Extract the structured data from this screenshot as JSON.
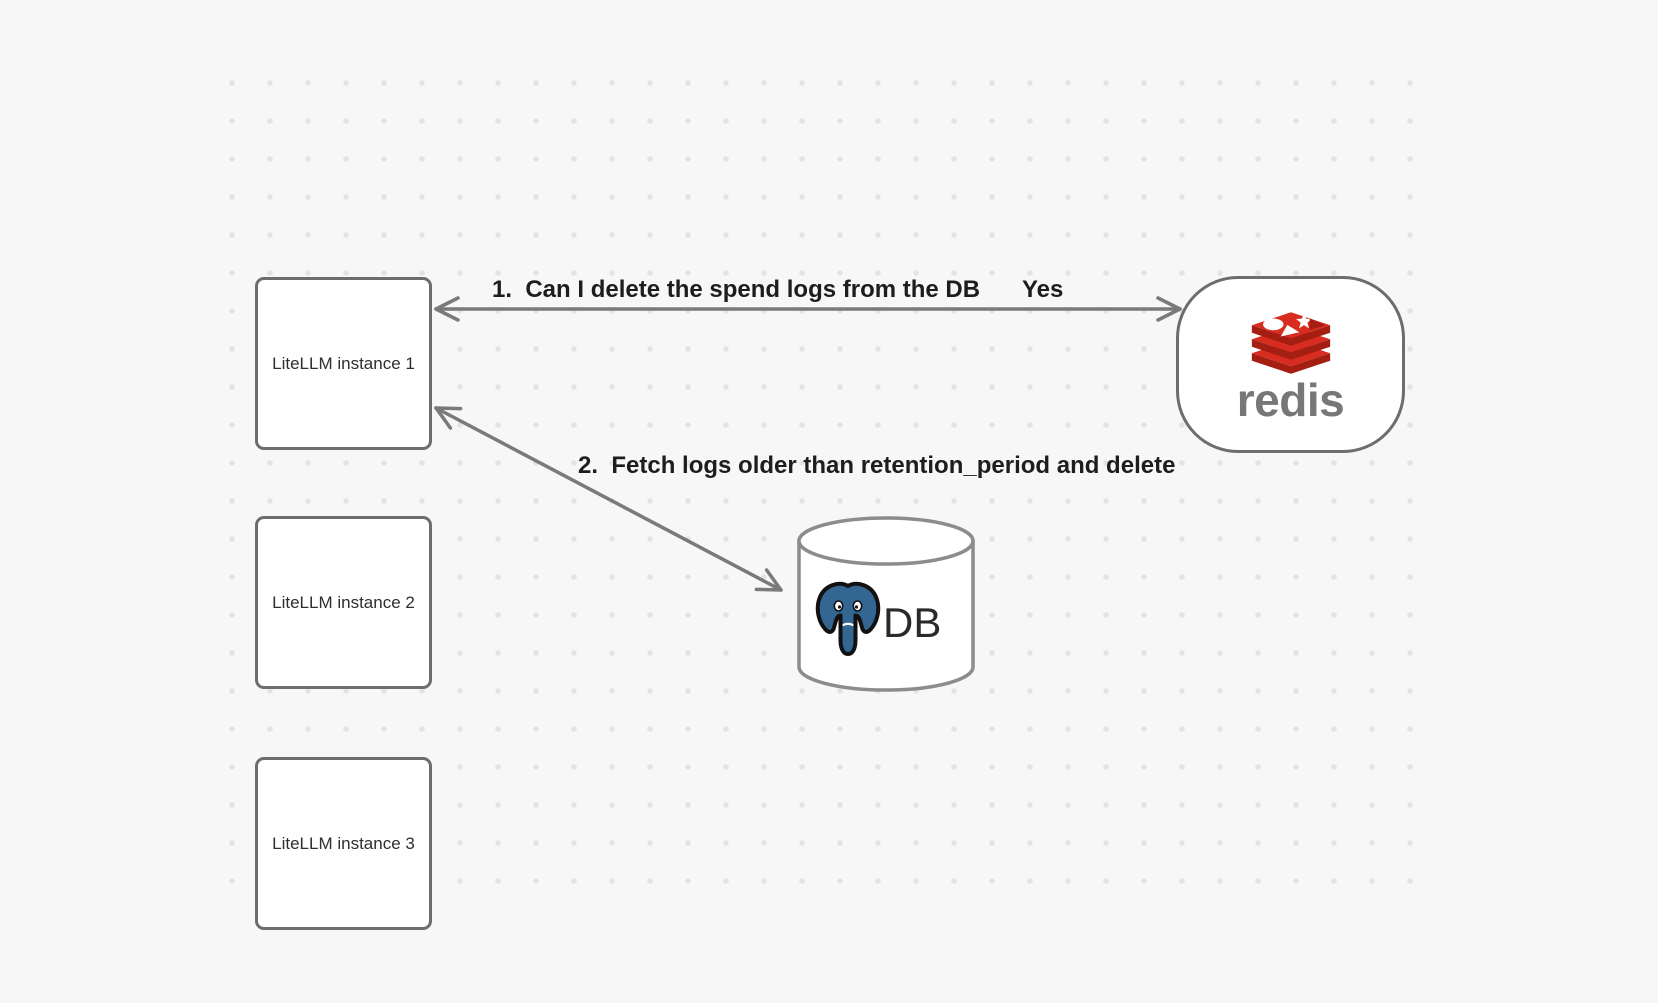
{
  "diagram": {
    "background": {
      "color": "#f7f7f7",
      "dot_color": "#e3e3e3"
    },
    "nodes": {
      "instances": [
        {
          "label": "LiteLLM instance 1"
        },
        {
          "label": "LiteLLM instance 2"
        },
        {
          "label": "LiteLLM instance 3"
        }
      ],
      "redis": {
        "wordmark": "redis",
        "icon": "redis-stack-logo"
      },
      "db": {
        "label": "DB",
        "icon": "postgresql-elephant"
      }
    },
    "arrows": [
      {
        "label": "1.  Can I delete the spend logs from the DB",
        "answer": "Yes"
      },
      {
        "label": "2.  Fetch logs older than retention_period and delete"
      }
    ],
    "colors": {
      "node_border": "#6d6d6d",
      "arrow": "#7a7a7a",
      "cylinder_stroke": "#8c8c8c",
      "edge_label_text": "#1d1d1d",
      "instance_text": "#2e2e2e",
      "redis_red": "#d82c20",
      "redis_dark_red": "#a41e11",
      "redis_wordmark_gray": "#777777",
      "postgres_blue": "#336791",
      "db_text": "#2a2a2a"
    }
  }
}
